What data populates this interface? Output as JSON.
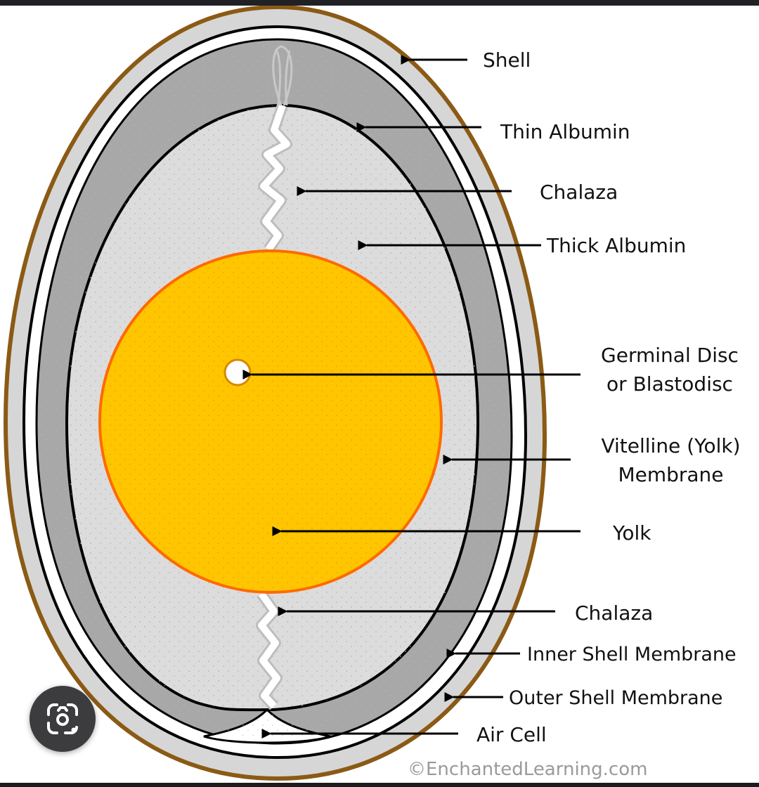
{
  "labels": {
    "shell": "Shell",
    "thin_albumin": "Thin Albumin",
    "chalaza_top": "Chalaza",
    "thick_albumin": "Thick Albumin",
    "germinal_disc_line1": "Germinal Disc",
    "germinal_disc_line2": "or Blastodisc",
    "vitelline_line1": "Vitelline (Yolk)",
    "vitelline_line2": "Membrane",
    "yolk": "Yolk",
    "chalaza_bottom": "Chalaza",
    "inner_shell_membrane": "Inner Shell Membrane",
    "outer_shell_membrane": "Outer Shell Membrane",
    "air_cell": "Air Cell"
  },
  "copyright": "©EnchantedLearning.com",
  "lens_button": {
    "icon": "google-lens-icon"
  },
  "colors": {
    "shell": "#8b5a14",
    "yolk": "#ffc500",
    "yolk_edge": "#ff6a00",
    "thin_albumin": "#a8a8a8",
    "thick_albumin": "#dcdcdc",
    "membrane": "#000000",
    "page_bg": "#1c1c1e"
  }
}
